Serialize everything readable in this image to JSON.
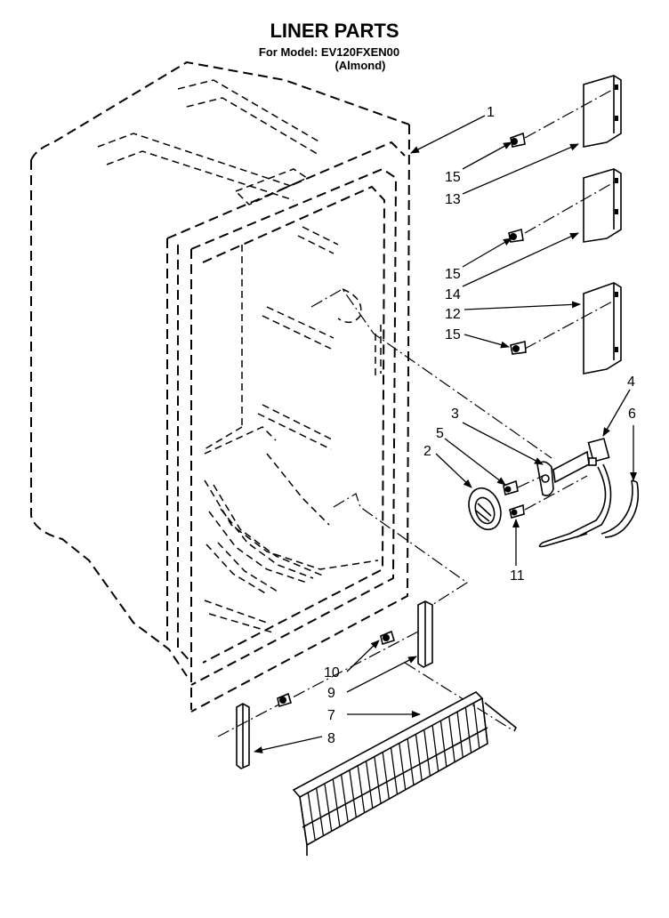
{
  "header": {
    "title": "LINER PARTS",
    "model_line": "For Model: EV120FXEN00",
    "color_line": "(Almond)"
  },
  "callouts": [
    "1",
    "2",
    "3",
    "4",
    "5",
    "6",
    "7",
    "8",
    "9",
    "10",
    "11",
    "12",
    "13",
    "14",
    "15",
    "15",
    "15"
  ]
}
